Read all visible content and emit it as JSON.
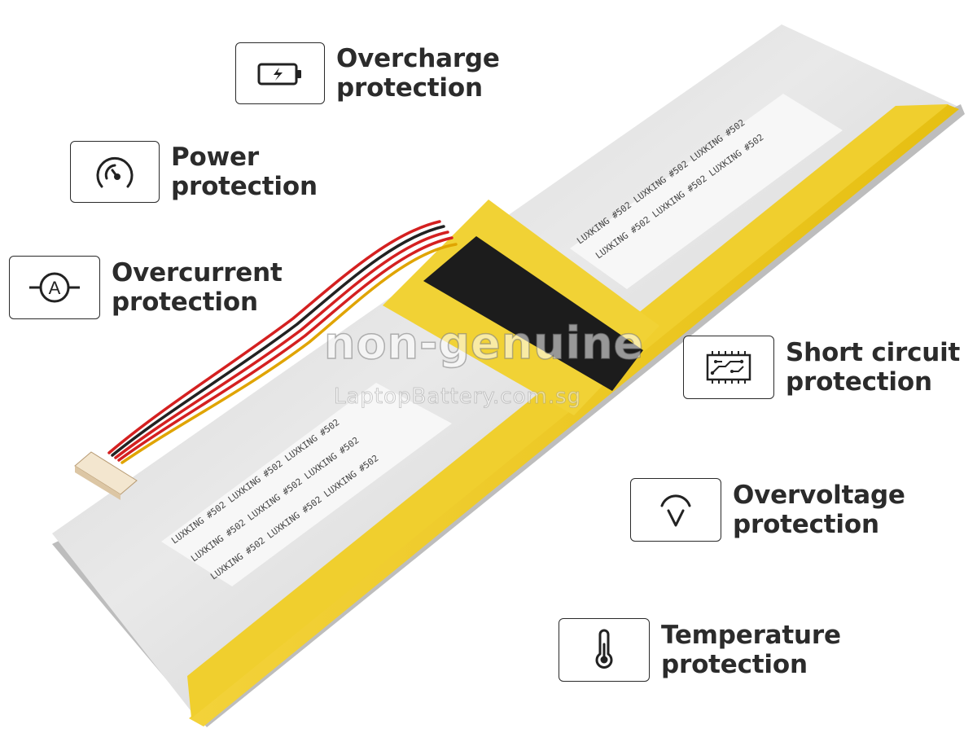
{
  "features": [
    {
      "icon": "battery-charge-icon",
      "line1": "Overcharge",
      "line2": "protection"
    },
    {
      "icon": "power-gauge-icon",
      "line1": "Power",
      "line2": "protection"
    },
    {
      "icon": "ammeter-icon",
      "line1": "Overcurrent",
      "line2": "protection"
    },
    {
      "icon": "circuit-board-icon",
      "line1": "Short circuit",
      "line2": "protection"
    },
    {
      "icon": "voltage-gauge-icon",
      "line1": "Overvoltage",
      "line2": "protection"
    },
    {
      "icon": "thermometer-icon",
      "line1": "Temperature",
      "line2": "protection"
    }
  ],
  "watermark": {
    "main": "non-genuine",
    "site": "LaptopBattery.com.sg"
  },
  "battery": {
    "label_text": "LUXKING #502"
  },
  "colors": {
    "text": "#2b2b2b",
    "tape_yellow": "#f2cf2c",
    "cell_silver": "#d6d6d6",
    "insulation_black": "#1c1c1c"
  }
}
